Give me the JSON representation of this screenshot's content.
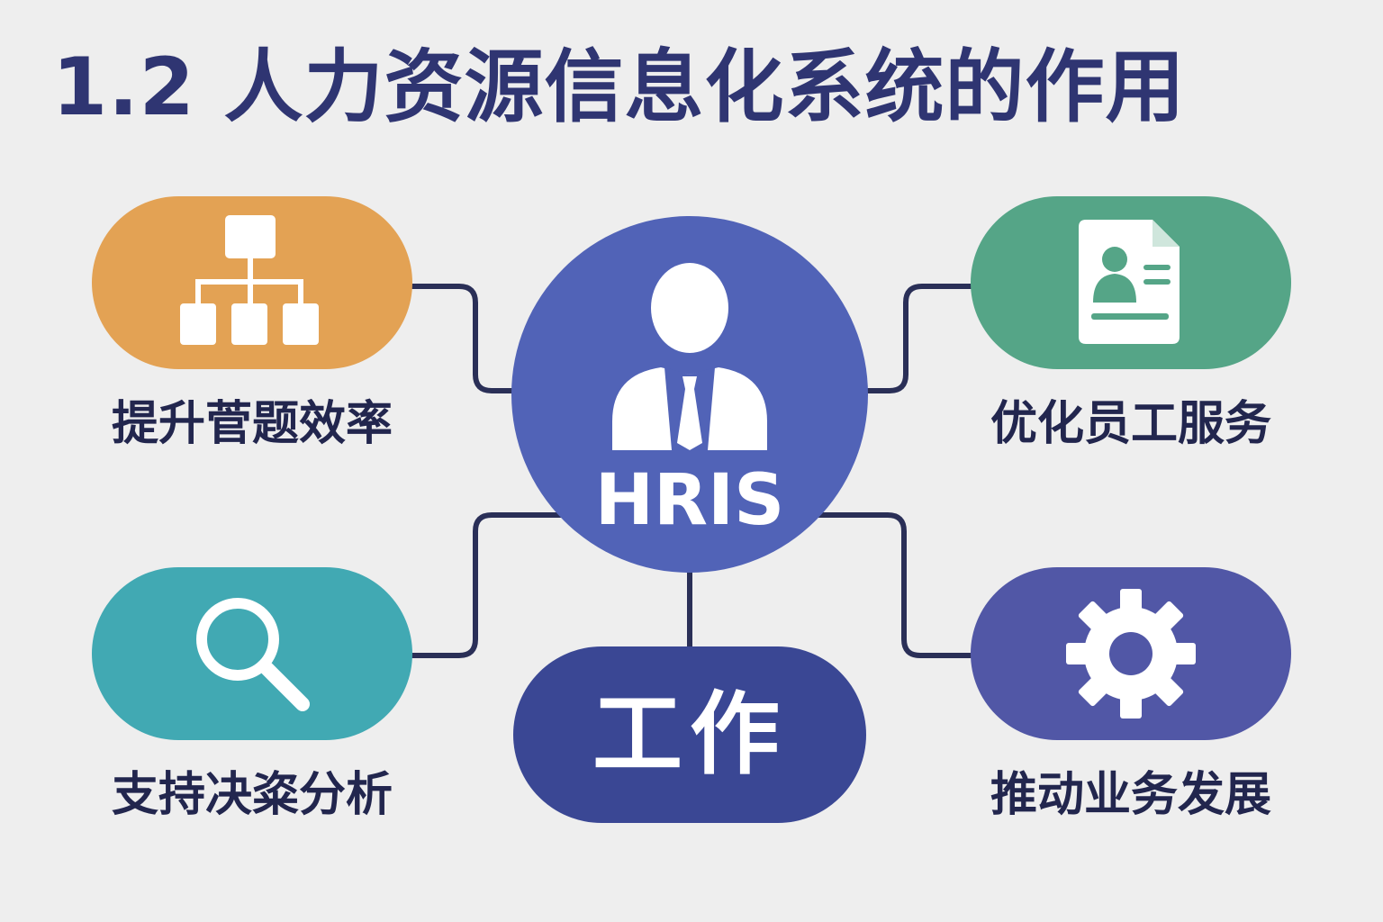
{
  "title": "1.2 人力资源信息化系统的作用",
  "hub": {
    "label": "HRIS",
    "icon": "person-icon",
    "color": "#5163b7"
  },
  "center_pill": {
    "label": "工作",
    "color": "#3a4794"
  },
  "nodes": [
    {
      "id": "efficiency",
      "label": "提升菅题效率",
      "icon": "org-chart-icon",
      "color": "#e3a254"
    },
    {
      "id": "service",
      "label": "优化员工服务",
      "icon": "employee-profile-icon",
      "color": "#55a587"
    },
    {
      "id": "decision",
      "label": "支持决粢分析",
      "icon": "search-icon",
      "color": "#41a9b3"
    },
    {
      "id": "business",
      "label": "推动业务发展",
      "icon": "gear-icon",
      "color": "#5157a6"
    }
  ],
  "colors": {
    "background": "#eeeeee",
    "title": "#2f3572",
    "connector": "#2a2f57",
    "caption": "#22264e"
  }
}
